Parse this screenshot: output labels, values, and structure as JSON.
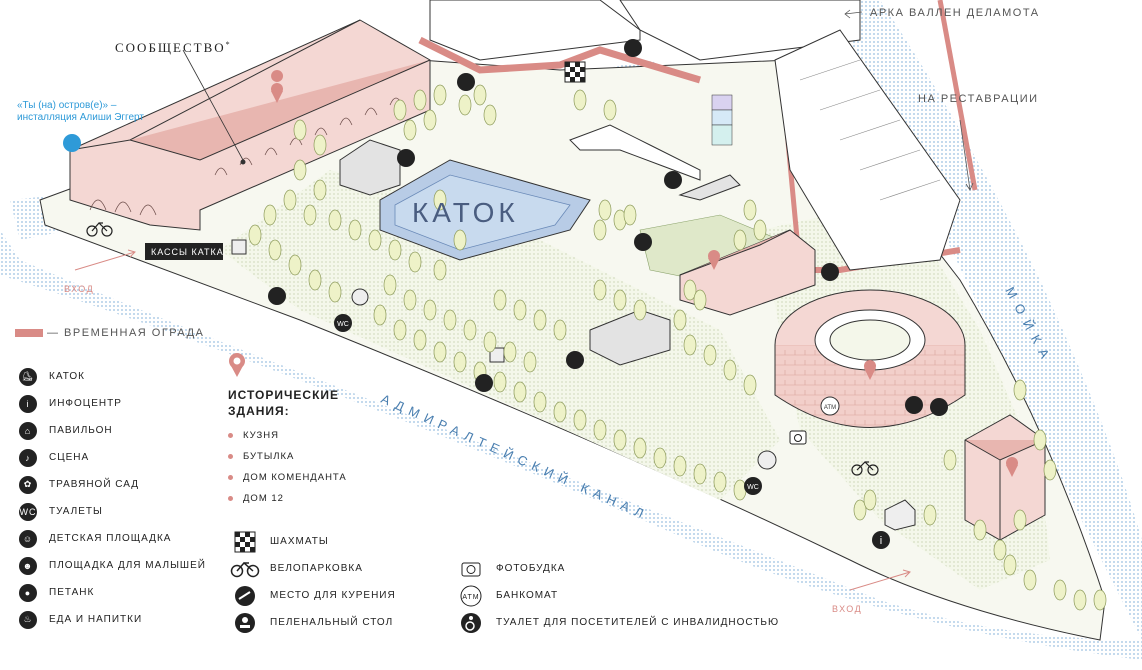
{
  "map": {
    "labels": {
      "community": "СООБЩЕСТВО",
      "community_mark": "*",
      "installation_line1": "«Ты (на) остров(е)» –",
      "installation_line2": "инсталляция Алиши Эггерт",
      "arch": "АРКА ВАЛЛЕН ДЕЛАМОТА",
      "restoration": "НА РЕСТАВРАЦИИ",
      "rink": "КАТОК",
      "rink_ticket": "КАССЫ КАТКА",
      "entrance_left": "ВХОД",
      "entrance_right": "ВХОД",
      "admiralty_canal": "АДМИРАЛТЕЙСКИЙ КАНАЛ",
      "moika": "МОЙКА",
      "wc": "WC",
      "atm": "ATM"
    },
    "colors": {
      "water": "#c8dcef",
      "historic_building": "#f4d7d3",
      "historic_roof": "#e8b6b0",
      "fence": "#d98b86",
      "lawn": "#eef3dd",
      "tree": "#eef2c8",
      "path": "#f7f8f2",
      "accent_blue": "#2e9ad8"
    }
  },
  "legend": {
    "fence_label": "— ВРЕМЕННАЯ ОГРАДА",
    "col1": [
      {
        "icon": "skate-icon",
        "glyph": "⛸",
        "label": "КАТОК"
      },
      {
        "icon": "info-icon",
        "glyph": "i",
        "label": "ИНФОЦЕНТР"
      },
      {
        "icon": "pavilion-icon",
        "glyph": "⌂",
        "label": "ПАВИЛЬОН"
      },
      {
        "icon": "stage-icon",
        "glyph": "♪",
        "label": "СЦЕНА"
      },
      {
        "icon": "herb-garden-icon",
        "glyph": "✿",
        "label": "ТРАВЯНОЙ САД"
      },
      {
        "icon": "wc-icon",
        "glyph": "WC",
        "label": "ТУАЛЕТЫ"
      },
      {
        "icon": "playground-icon",
        "glyph": "☺",
        "label": "ДЕТСКАЯ ПЛОЩАДКА"
      },
      {
        "icon": "toddler-icon",
        "glyph": "☻",
        "label": "ПЛОЩАДКА ДЛЯ МАЛЫШЕЙ"
      },
      {
        "icon": "petanque-icon",
        "glyph": "●",
        "label": "ПЕТАНК"
      },
      {
        "icon": "food-icon",
        "glyph": "♨",
        "label": "ЕДА И НАПИТКИ"
      }
    ],
    "historic": {
      "title_line1": "ИСТОРИЧЕСКИЕ",
      "title_line2": "ЗДАНИЯ:",
      "items": [
        "КУЗНЯ",
        "БУТЫЛКА",
        "ДОМ КОМЕНДАНТА",
        "ДОМ 12"
      ]
    },
    "col2": [
      {
        "icon": "chess-icon",
        "label": "ШАХМАТЫ"
      },
      {
        "icon": "bike-parking-icon",
        "label": "ВЕЛОПАРКОВКА"
      },
      {
        "icon": "smoking-area-icon",
        "label": "МЕСТО ДЛЯ КУРЕНИЯ"
      },
      {
        "icon": "changing-table-icon",
        "label": "ПЕЛЕНАЛЬНЫЙ СТОЛ"
      }
    ],
    "col3": [
      {
        "icon": "photo-booth-icon",
        "label": "ФОТОБУДКА"
      },
      {
        "icon": "atm-icon",
        "label": "БАНКОМАТ"
      },
      {
        "icon": "accessible-toilet-icon",
        "label": "ТУАЛЕТ ДЛЯ ПОСЕТИТЕЛЕЙ С ИНВАЛИДНОСТЬЮ"
      }
    ]
  }
}
